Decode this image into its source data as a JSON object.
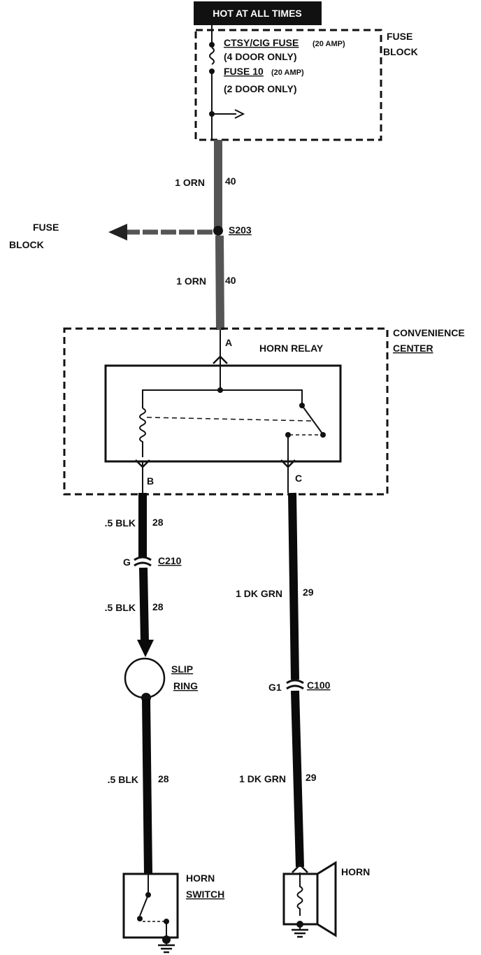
{
  "banner": {
    "text": "HOT AT ALL TIMES"
  },
  "fuse_block_top": {
    "label_line1": "FUSE",
    "label_line2": "BLOCK",
    "fuse1_name": "CTSY/CIG FUSE",
    "fuse1_rating": "(20 AMP)",
    "fuse1_note": "(4 DOOR ONLY)",
    "fuse2_name": "FUSE 10",
    "fuse2_rating": "(20 AMP)",
    "fuse2_note": "(2 DOOR ONLY)"
  },
  "wire_upper": {
    "gauge_color": "1 ORN",
    "circuit": "40"
  },
  "splice": {
    "id": "S203",
    "branch_label_line1": "FUSE",
    "branch_label_line2": "BLOCK"
  },
  "wire_lower": {
    "gauge_color": "1 ORN",
    "circuit": "40"
  },
  "convenience_center": {
    "label_line1": "CONVENIENCE",
    "label_line2": "CENTER",
    "relay_title": "HORN RELAY",
    "terminal_a": "A",
    "terminal_b": "B",
    "terminal_c": "C"
  },
  "left_branch": {
    "wire1_gauge_color": ".5 BLK",
    "wire1_circuit": "28",
    "connector_pin": "G",
    "connector_id": "C210",
    "wire2_gauge_color": ".5 BLK",
    "wire2_circuit": "28",
    "slip_ring_line1": "SLIP",
    "slip_ring_line2": "RING",
    "wire3_gauge_color": ".5 BLK",
    "wire3_circuit": "28",
    "switch_line1": "HORN",
    "switch_line2": "SWITCH"
  },
  "right_branch": {
    "wire1_gauge_color": "1 DK GRN",
    "wire1_circuit": "29",
    "connector_pin": "G1",
    "connector_id": "C100",
    "wire2_gauge_color": "1 DK GRN",
    "wire2_circuit": "29",
    "horn_label": "HORN"
  },
  "colors": {
    "ink": "#111111",
    "banner_bg": "#111111",
    "branch_wire": "#555555"
  }
}
